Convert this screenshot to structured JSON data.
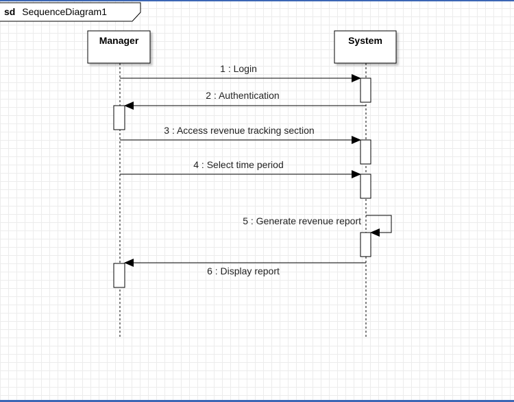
{
  "frame": {
    "keyword": "sd",
    "name": "SequenceDiagram1"
  },
  "lifelines": [
    {
      "id": "manager",
      "name": "Manager"
    },
    {
      "id": "system",
      "name": "System"
    }
  ],
  "messages": [
    {
      "number": 1,
      "label": "1 : Login",
      "from": "manager",
      "to": "system"
    },
    {
      "number": 2,
      "label": "2 : Authentication",
      "from": "system",
      "to": "manager"
    },
    {
      "number": 3,
      "label": "3 : Access revenue tracking section",
      "from": "manager",
      "to": "system"
    },
    {
      "number": 4,
      "label": "4 : Select time period",
      "from": "manager",
      "to": "system"
    },
    {
      "number": 5,
      "label": "5 : Generate revenue report",
      "from": "system",
      "to": "system"
    },
    {
      "number": 6,
      "label": "6 : Display report",
      "from": "system",
      "to": "manager"
    }
  ],
  "colors": {
    "border_accent": "#3b66b5",
    "grid": "#ececec",
    "line": "#000000"
  }
}
